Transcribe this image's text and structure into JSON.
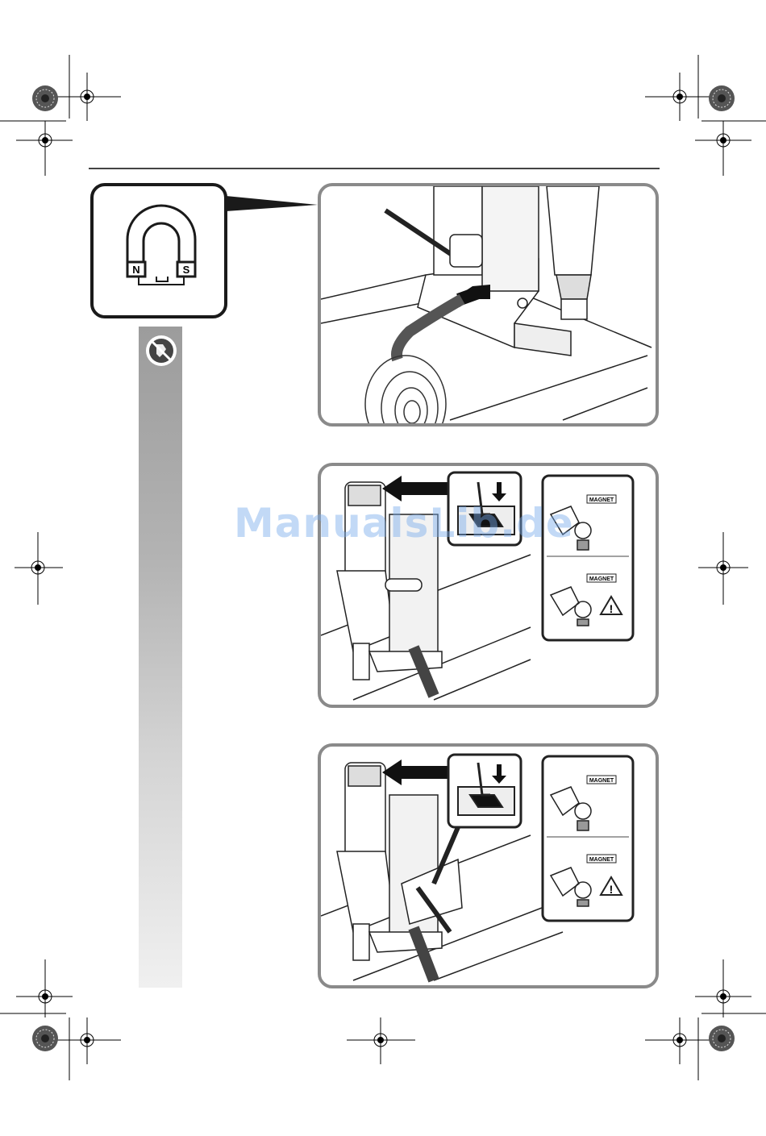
{
  "magnet_icon": {
    "north_label": "N",
    "south_label": "S"
  },
  "panel2": {
    "indicator_top_label": "MAGNET",
    "indicator_bottom_label": "MAGNET"
  },
  "panel3": {
    "indicator_top_label": "MAGNET",
    "indicator_bottom_label": "MAGNET"
  },
  "watermark": "ManualsLib.de",
  "colors": {
    "panel_border": "#8a8a8a",
    "watermark": "#78aaeb",
    "sidebar_top": "#9c9c9c",
    "sidebar_bottom": "#f0f0f0"
  }
}
